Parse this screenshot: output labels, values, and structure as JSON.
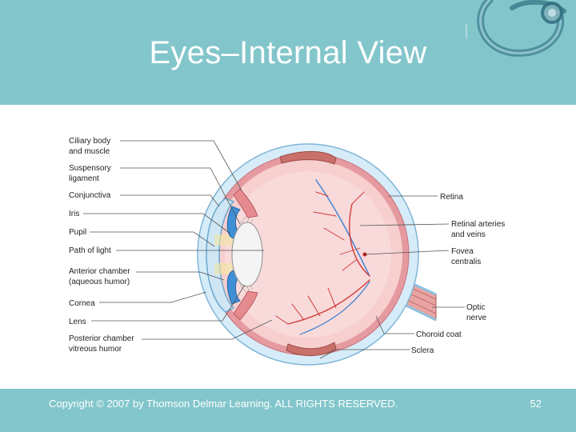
{
  "slide": {
    "title": "Eyes–Internal View",
    "copyright": "Copyright © 2007 by Thomson Delmar Learning. ALL RIGHTS RESERVED.",
    "page_number": "52"
  },
  "colors": {
    "header_bg": "#82c6cb",
    "footer_bg": "#82c6cb",
    "text_on_header": "#ffffff"
  },
  "diagram": {
    "left_labels": [
      {
        "lines": [
          "Ciliary body",
          "and muscle"
        ]
      },
      {
        "lines": [
          "Suspensory",
          "ligament"
        ]
      },
      {
        "lines": [
          "Conjunctiva"
        ]
      },
      {
        "lines": [
          "Iris"
        ]
      },
      {
        "lines": [
          "Pupil"
        ]
      },
      {
        "lines": [
          "Path of light"
        ]
      },
      {
        "lines": [
          "Anterior chamber",
          "(aqueous humor)"
        ]
      },
      {
        "lines": [
          "Cornea"
        ]
      },
      {
        "lines": [
          "Lens"
        ]
      },
      {
        "lines": [
          "Posterior chamber",
          "vitreous humor"
        ]
      }
    ],
    "right_labels": [
      {
        "lines": [
          "Retina"
        ]
      },
      {
        "lines": [
          "Retinal arteries",
          "and veins"
        ]
      },
      {
        "lines": [
          "Fovea",
          "centralis"
        ]
      },
      {
        "lines": [
          "Optic",
          "nerve"
        ]
      },
      {
        "lines": [
          "Choroid coat"
        ]
      },
      {
        "lines": [
          "Sclera"
        ]
      }
    ]
  }
}
